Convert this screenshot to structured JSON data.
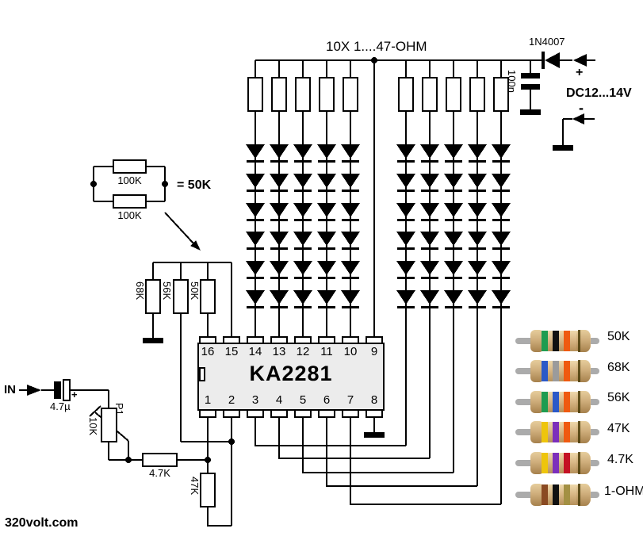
{
  "watermark": "320volt.com",
  "bank": {
    "title": "10X 1....47-OHM",
    "columns": 10,
    "leds_per_column": 6
  },
  "power": {
    "diode": "1N4007",
    "filter_cap": "100n",
    "plus": "+",
    "supply": "DC12...14V",
    "minus": "-"
  },
  "parallel_demo": {
    "top": "100K",
    "bottom": "100K",
    "equals": "= 50K"
  },
  "divider": {
    "r1": "68K",
    "r2": "56K",
    "r3": "50K"
  },
  "input": {
    "label": "IN",
    "coupling_cap": "4.7µ",
    "cap_polarity": "+",
    "pot_name": "P1",
    "pot_value": "10K",
    "series_r": "4.7K",
    "shunt_r": "47K"
  },
  "ic": {
    "name": "KA2281",
    "top_pins": [
      "16",
      "15",
      "14",
      "13",
      "12",
      "11",
      "10",
      "9"
    ],
    "bottom_pins": [
      "1",
      "2",
      "3",
      "4",
      "5",
      "6",
      "7",
      "8"
    ]
  },
  "legend": [
    {
      "label": "50K",
      "bands": [
        "#1e9c50",
        "#111111",
        "#ef5a10"
      ]
    },
    {
      "label": "68K",
      "bands": [
        "#2b59c8",
        "#9b9b9b",
        "#ef5a10"
      ]
    },
    {
      "label": "56K",
      "bands": [
        "#1e9c50",
        "#2b59c8",
        "#ef5a10"
      ]
    },
    {
      "label": "47K",
      "bands": [
        "#eec50c",
        "#7c2fbb",
        "#ef5a10"
      ]
    },
    {
      "label": "4.7K",
      "bands": [
        "#eec50c",
        "#7c2fbb",
        "#c41224"
      ]
    },
    {
      "label": "1-OHM",
      "bands": [
        "#8a4a22",
        "#111111",
        "#a39043"
      ]
    }
  ]
}
